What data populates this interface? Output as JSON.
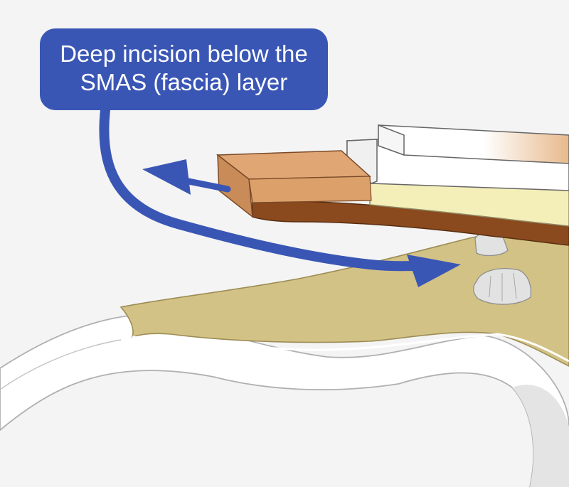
{
  "callout": {
    "line1": "Deep incision below the",
    "line2": "SMAS (fascia) layer"
  },
  "colors": {
    "background": "#f4f4f4",
    "callout_fill": "#3a56b5",
    "callout_text": "#ffffff",
    "arrow": "#3a56b5",
    "smas_layer": "#d3c285",
    "muscle_layer": "#8a4a1e",
    "lifted_flap": "#e0a775",
    "fat_layer": "#f4eeb8",
    "skin_layer": "#ffffff",
    "bone": "#ffffff"
  },
  "icons": [
    "tissue-layers-illustration",
    "arrow-left-icon",
    "arrow-right-icon"
  ]
}
